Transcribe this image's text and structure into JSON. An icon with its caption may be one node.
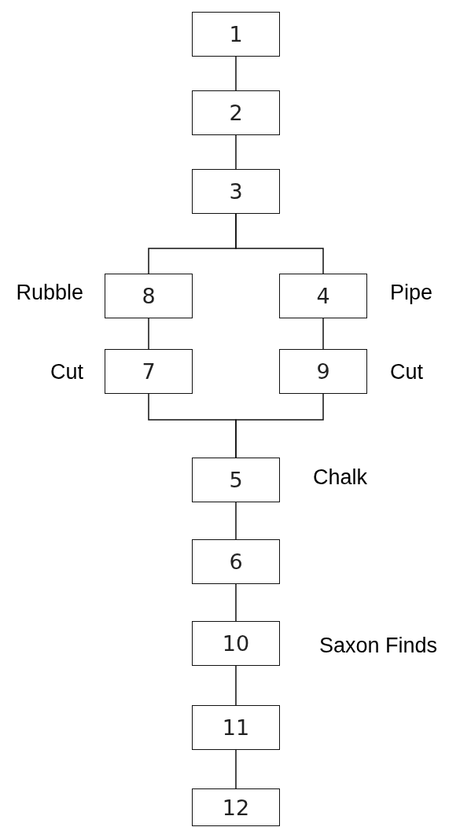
{
  "diagram": {
    "nodes": [
      {
        "text": [
          "1"
        ]
      },
      {
        "text": [
          "2"
        ]
      },
      {
        "text": [
          "3"
        ]
      },
      {
        "text": [
          "8"
        ],
        "beside": [
          "Rubble"
        ]
      },
      {
        "text": [
          "4"
        ],
        "beside": [
          "Pipe"
        ]
      },
      {
        "text": [
          "7"
        ],
        "beside": [
          "Cut"
        ]
      },
      {
        "text": [
          "9"
        ],
        "beside": [
          "Cut"
        ]
      },
      {
        "text": [
          "5"
        ],
        "beside": [
          "Chalk"
        ]
      },
      {
        "text": [
          "6"
        ]
      },
      {
        "text": [
          "10"
        ],
        "beside": [
          "Saxon Finds"
        ]
      },
      {
        "text": [
          "11"
        ]
      },
      {
        "text": [
          "12"
        ]
      }
    ],
    "edges": [
      {
        "from": 0,
        "to": 1,
        "arrow": "none"
      },
      {
        "from": 1,
        "to": 2,
        "arrow": "none"
      },
      {
        "from": 2,
        "to": 3,
        "arrow": "none"
      },
      {
        "from": 2,
        "to": 4,
        "arrow": "none"
      },
      {
        "from": 3,
        "to": 5,
        "arrow": "none"
      },
      {
        "from": 4,
        "to": 6,
        "arrow": "none"
      },
      {
        "from": 5,
        "to": 7,
        "arrow": "none"
      },
      {
        "from": 6,
        "to": 7,
        "arrow": "none"
      },
      {
        "from": 7,
        "to": 8,
        "arrow": "none"
      },
      {
        "from": 8,
        "to": 9,
        "arrow": "none"
      },
      {
        "from": 9,
        "to": 10,
        "arrow": "none"
      },
      {
        "from": 10,
        "to": 11,
        "arrow": "none"
      }
    ]
  }
}
